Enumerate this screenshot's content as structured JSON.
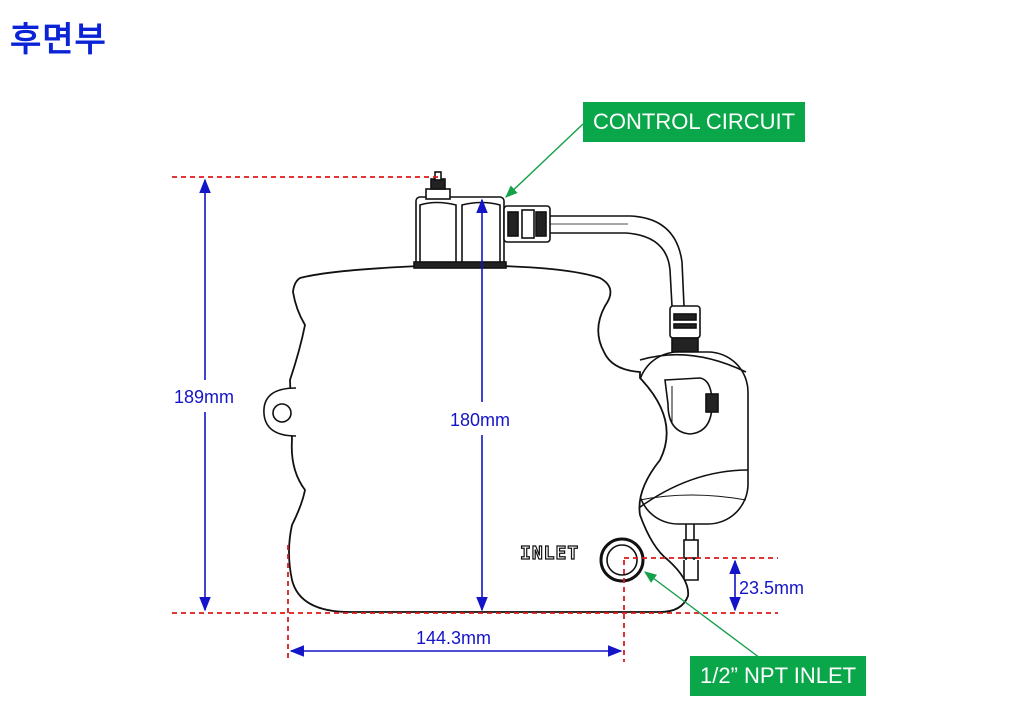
{
  "header": {
    "title": "후면부"
  },
  "callouts": {
    "control_circuit": "CONTROL CIRCUIT",
    "npt_inlet": "1/2” NPT INLET"
  },
  "labels": {
    "inlet_stencil": "INLET"
  },
  "dimensions": {
    "overall_height": "189mm",
    "body_height": "180mm",
    "width": "144.3mm",
    "inlet_height": "23.5mm"
  },
  "colors": {
    "title": "#0a23d6",
    "dimension_line": "#1414c8",
    "extension_line": "#e01818",
    "callout_bg": "#0aa64a",
    "callout_leader": "#16a04a"
  }
}
